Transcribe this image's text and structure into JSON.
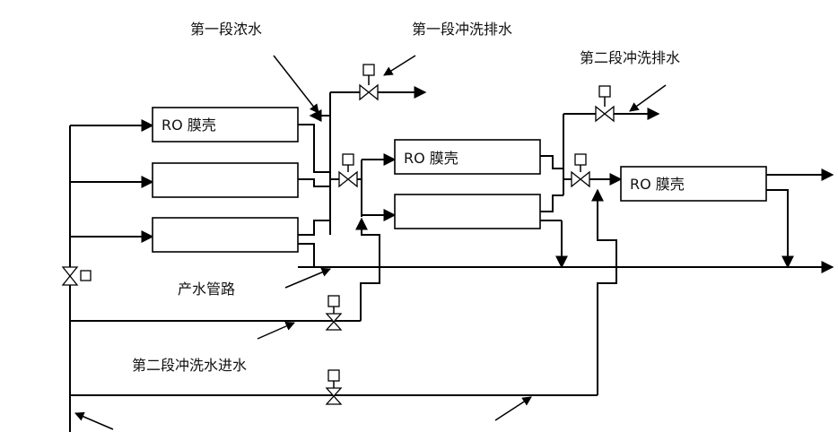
{
  "labels": {
    "stage1_concentrate": "第一段浓水",
    "stage1_flush_drain": "第一段冲洗排水",
    "stage2_flush_drain": "第二段冲洗排水",
    "product_pipe": "产水管路",
    "stage2_flush_inlet": "第二段冲洗水进水"
  },
  "modules": {
    "s1_top": "RO 膜壳",
    "s2_top": "RO 膜壳",
    "s3": "RO 膜壳"
  },
  "colors": {
    "line": "#000000",
    "background": "#ffffff"
  }
}
